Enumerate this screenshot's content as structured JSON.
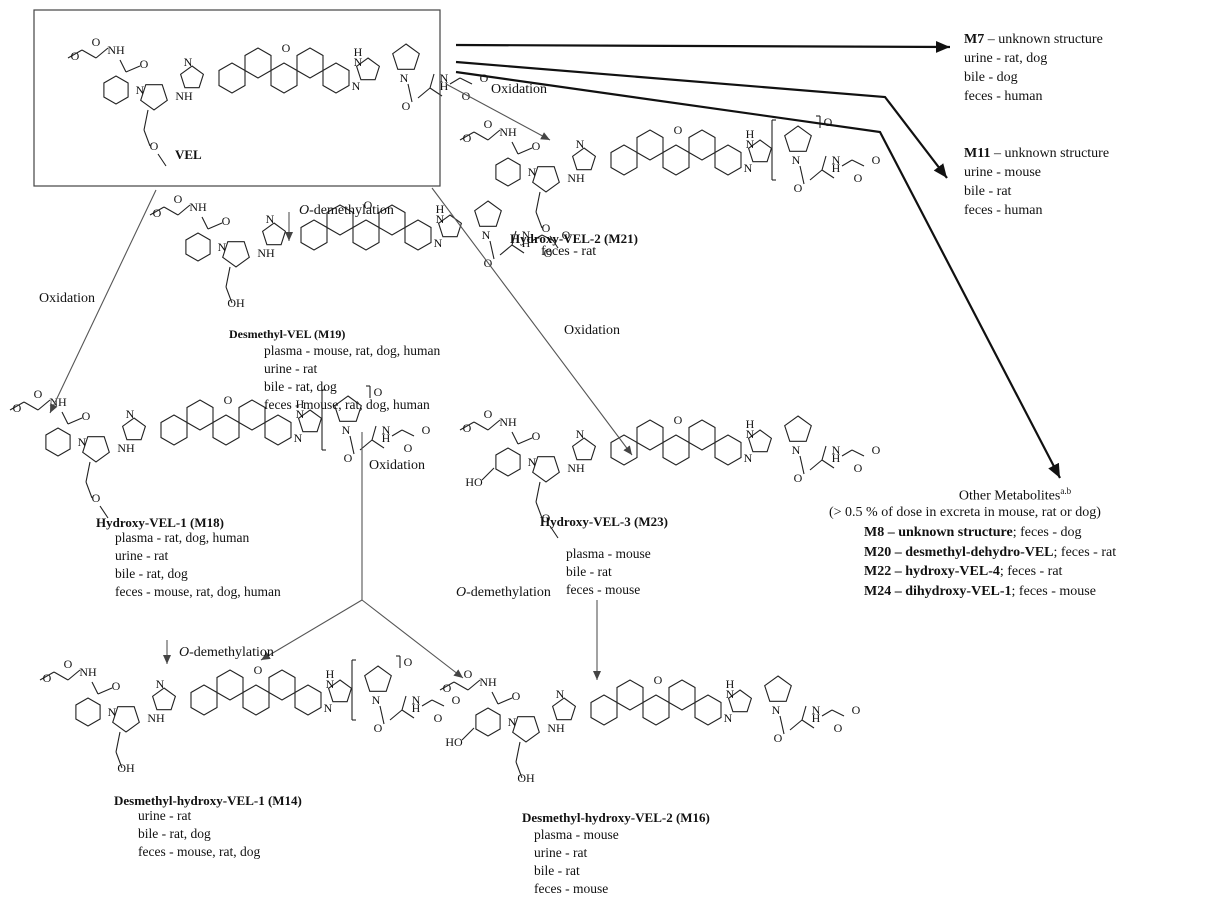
{
  "nodes": {
    "vel": {
      "name": "VEL"
    },
    "m19": {
      "name": "Desmethyl-VEL (M19)",
      "lines": [
        "plasma - mouse, rat, dog, human",
        "urine - rat",
        "bile - rat, dog",
        "feces - mouse, rat, dog, human"
      ]
    },
    "m21": {
      "name": "Hydroxy-VEL-2 (M21)",
      "lines": [
        "feces - rat"
      ]
    },
    "m18": {
      "name": "Hydroxy-VEL-1 (M18)",
      "lines": [
        "plasma - rat, dog, human",
        "urine - rat",
        "bile - rat, dog",
        "feces - mouse, rat, dog, human"
      ]
    },
    "m23": {
      "name": "Hydroxy-VEL-3 (M23)",
      "lines": [
        "plasma - mouse",
        "bile - rat",
        "feces - mouse"
      ]
    },
    "m14": {
      "name": "Desmethyl-hydroxy-VEL-1 (M14)",
      "lines": [
        "urine - rat",
        "bile - rat, dog",
        "feces - mouse, rat, dog"
      ]
    },
    "m16": {
      "name": "Desmethyl-hydroxy-VEL-2  (M16)",
      "lines": [
        "plasma  - mouse",
        "urine - rat",
        "bile - rat",
        "feces - mouse"
      ]
    }
  },
  "edges": {
    "oxidation": "Oxidation",
    "o_prefix": "O",
    "demethylation_suffix": "-demethylation"
  },
  "m7": {
    "id": "M7",
    "desc": " – unknown structure",
    "lines": [
      "urine - rat, dog",
      "bile - dog",
      "feces - human"
    ]
  },
  "m11": {
    "id": "M11",
    "desc": " – unknown structure",
    "lines": [
      "urine - mouse",
      "bile - rat",
      "feces - human"
    ]
  },
  "other": {
    "title": "Other Metabolites",
    "superscript": "a.b",
    "subtitle": "(> 0.5 % of dose in excreta in mouse, rat or dog)",
    "items": [
      {
        "id": "M8",
        "name": " – unknown structure",
        "detail": "; feces - dog"
      },
      {
        "id": "M20",
        "name": " – desmethyl-dehydro-VEL",
        "detail": "; feces - rat"
      },
      {
        "id": "M22",
        "name": " – hydroxy-VEL-4",
        "detail": ";  feces - rat"
      },
      {
        "id": "M24",
        "name": " – dihydroxy-VEL-1",
        "detail": ";  feces - mouse"
      }
    ]
  },
  "atoms": {
    "O": "O",
    "N": "N",
    "H": "H",
    "NH": "NH",
    "OH": "OH",
    "HO": "HO"
  }
}
